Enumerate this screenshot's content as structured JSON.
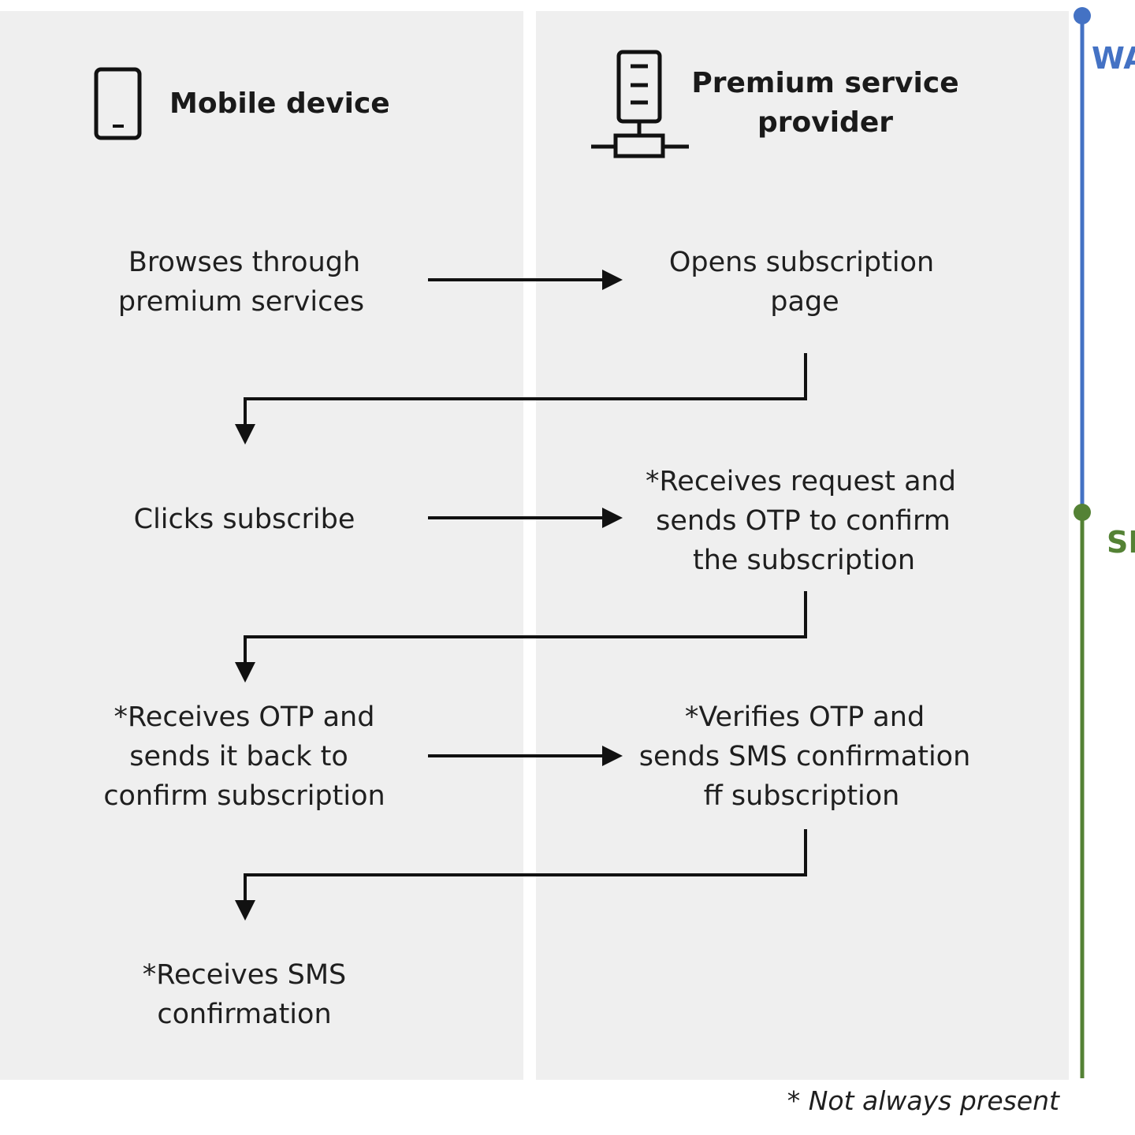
{
  "columns": {
    "device": {
      "label": "Mobile device",
      "icon": "mobile-phone-icon"
    },
    "provider": {
      "label_line1": "Premium service",
      "label_line2": "provider",
      "icon": "server-icon"
    }
  },
  "steps": {
    "device_1": {
      "line1": "Browses through",
      "line2": "premium services"
    },
    "provider_1": {
      "line1": "Opens subscription",
      "line2": "page"
    },
    "device_2": {
      "line1": "Clicks subscribe"
    },
    "provider_2": {
      "line1": "*Receives request and",
      "line2": "sends OTP to confirm",
      "line3": "the subscription"
    },
    "device_3": {
      "line1": "*Receives OTP and",
      "line2": "sends it back to",
      "line3": "confirm subscription"
    },
    "provider_3": {
      "line1": "*Verifies OTP and",
      "line2": "sends SMS confirmation",
      "line3": "ff subscription"
    },
    "device_4": {
      "line1": "*Receives SMS",
      "line2": "confirmation"
    }
  },
  "phases": [
    {
      "label": "WA",
      "color": "#4472c4"
    },
    {
      "label": "SN",
      "color": "#548235"
    }
  ],
  "footnote": "* Not always present"
}
